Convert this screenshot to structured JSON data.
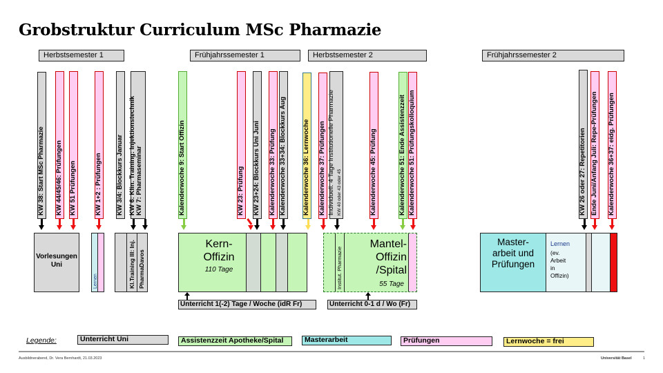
{
  "title": "Grobstruktur Curriculum MSc Pharmazie",
  "semesters": [
    {
      "label": "Herbstsemester 1"
    },
    {
      "label": "Frühjahrssemester 1"
    },
    {
      "label": "Herbstsemester 2"
    },
    {
      "label": "Frühjahrssemester 2"
    }
  ],
  "events": [
    {
      "label": "KW 38: Start MSc Pharmazie",
      "type": "Unterricht Uni",
      "arrow": "black"
    },
    {
      "label": "KW 44/45/46: Prüfungen",
      "type": "Prüfungen",
      "arrow": "red"
    },
    {
      "label": "KW 51  Prüfungen",
      "type": "Prüfungen",
      "arrow": "red"
    },
    {
      "label": "KW 1+2 : Prüfungen",
      "type": "Prüfungen",
      "arrow": "red"
    },
    {
      "label": "KW 3/4: Blockkurs  Januar",
      "type": "Unterricht Uni",
      "arrow": "black"
    },
    {
      "label": "KW 6: Klin. Training: Injektionstechnik",
      "label2": "KW 7: Pharmaseminar",
      "type": "Unterricht Uni",
      "arrow": "black"
    },
    {
      "label": "Kalenderwoche 9: Start Offizin",
      "type": "Assistenzzeit Apotheke/Spital",
      "arrow": "green"
    },
    {
      "label": "KW 23: Prüfung",
      "type": "Prüfungen",
      "arrow": "red"
    },
    {
      "label": "KW 23+24: Blockkurs Uni Juni",
      "type": "Unterricht Uni",
      "arrow": "black"
    },
    {
      "label": "Kalenderwoche 33: Prüfung",
      "type": "Prüfungen",
      "arrow": "red"
    },
    {
      "label": "Kalenderwoche 33+34: Blockkurs Aug",
      "type": "Unterricht Uni",
      "arrow": "black"
    },
    {
      "label": "Kalenderwoche 36: Lernwoche",
      "type": "Lernwoche = frei",
      "arrow": "yellow"
    },
    {
      "label": "Kalenderwoche 37: Prüfungen",
      "type": "Prüfungen",
      "arrow": "red"
    },
    {
      "label": "Individuell: 4 Tage Institutionelle Pharmazie",
      "label2": "KW 40 oder 43 oder 45",
      "type": "Unterricht Uni",
      "arrow": "black"
    },
    {
      "label": "Kalenderwoche 45: Prüfung",
      "type": "Prüfungen",
      "arrow": "red"
    },
    {
      "label": "Kalenderwoche 51: Ende Assistenzzeit",
      "type": "Assistenzzeit Apotheke/Spital",
      "arrow": "green"
    },
    {
      "label": "Kalenderwoche 51: Prüfungskolloquium",
      "type": "Prüfungen",
      "arrow": "red"
    },
    {
      "label": "KW 26 oder 27: Repetitorien",
      "type": "Unterricht Uni",
      "arrow": "black"
    },
    {
      "label": "Ende Juni/Anfang Juli: Repe-Prüfungen",
      "type": "Prüfungen",
      "arrow": "red"
    },
    {
      "label": "Kalenderwoche 36+37: eidg. Prüfungen",
      "type": "Prüfungen",
      "arrow": "red"
    }
  ],
  "blocks": {
    "vorlesungen": "Vorlesungen\nUni",
    "lernen_small": "Lernen",
    "kl_training": "Kl.Training III: Inj.",
    "pharmadavos": "PharmaDavos",
    "kern_title": "Kern-\nOffizin",
    "kern_days": "110 Tage",
    "institut": "Institut. Pharmazie",
    "mantel_title": "Mantel-\nOffizin\n/Spital",
    "mantel_days": "55 Tage",
    "master_title": "Master-\narbeit und\nPrüfungen",
    "lernen_label": "Lernen",
    "lernen_note": "(ev.\nArbeit\nin\nOffizin)"
  },
  "notes": {
    "unterricht1": "Unterricht 1(-2) Tage / Woche (idR Fr)",
    "unterricht2": "Unterricht 0-1 d / Wo (Fr)"
  },
  "legend": {
    "title": "Legende:",
    "items": [
      {
        "label": "Unterricht Uni",
        "color": "#d9d9d9"
      },
      {
        "label": "Assistenzzeit Apotheke/Spital",
        "color": "#c6f5b8"
      },
      {
        "label": "Masterarbeit",
        "color": "#9ee8e8"
      },
      {
        "label": "Prüfungen",
        "color": "#ffccf2"
      },
      {
        "label": "Lernwoche = frei",
        "color": "#ffee88"
      }
    ]
  },
  "footer": {
    "left": "Ausbildnerabend, Dr. Vera Bernhardt, 21.03.2023",
    "org": "Universität Basel",
    "page": "1"
  }
}
